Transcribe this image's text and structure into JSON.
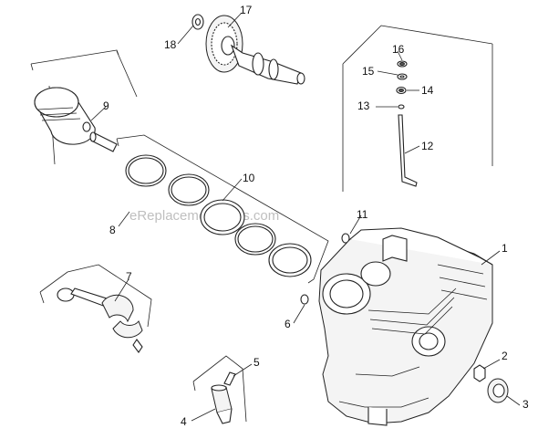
{
  "diagram": {
    "watermark": "eReplacementParts.com",
    "callouts": [
      "1",
      "2",
      "3",
      "4",
      "5",
      "6",
      "7",
      "8",
      "9",
      "10",
      "11",
      "12",
      "13",
      "14",
      "15",
      "16",
      "17",
      "18"
    ]
  }
}
